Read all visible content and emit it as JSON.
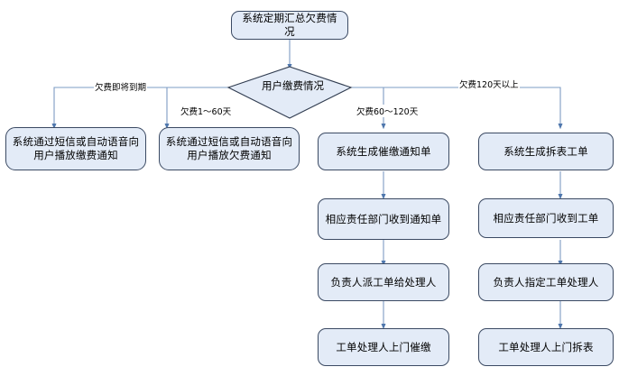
{
  "diagram": {
    "type": "flowchart",
    "title_node": {
      "id": "start",
      "shape": "rounded-rect",
      "text": "系统定期汇总欠费情况"
    },
    "decision": {
      "id": "decision",
      "shape": "diamond",
      "text": "用户缴费情况"
    },
    "edge_labels": {
      "near_due": "欠费即将到期",
      "days_1_60": "欠费1～60天",
      "days_60_120": "欠费60～120天",
      "days_over_120": "欠费120天以上"
    },
    "branches": [
      {
        "id": "branch-near-due",
        "label": "欠费即将到期",
        "nodes": [
          "系统通过短信或自动语音向用户播放缴费通知"
        ]
      },
      {
        "id": "branch-1-60",
        "label": "欠费1～60天",
        "nodes": [
          "系统通过短信或自动语音向用户播放欠费通知"
        ]
      },
      {
        "id": "branch-60-120",
        "label": "欠费60～120天",
        "nodes": [
          "系统生成催缴通知单",
          "相应责任部门收到通知单",
          "负责人派工单给处理人",
          "工单处理人上门催缴"
        ]
      },
      {
        "id": "branch-over-120",
        "label": "欠费120天以上",
        "nodes": [
          "系统生成拆表工单",
          "相应责任部门收到工单",
          "负责人指定工单处理人",
          "工单处理人上门拆表"
        ]
      }
    ],
    "colors": {
      "node_fill": "#e3ebf7",
      "node_border": "#3b4a63",
      "connector": "#6f8dbb",
      "background": "#ffffff"
    }
  }
}
